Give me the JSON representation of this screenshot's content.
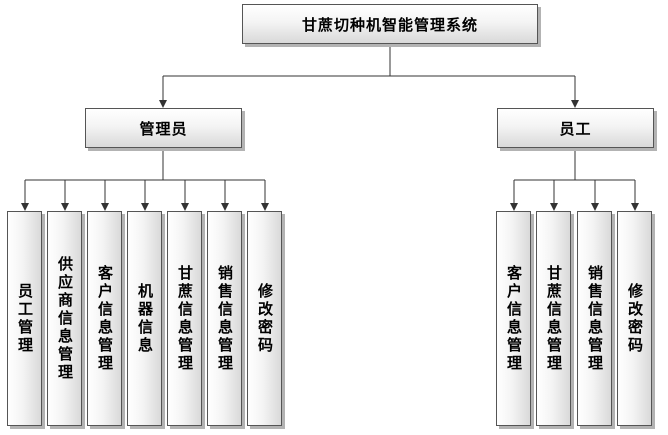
{
  "diagram": {
    "root": {
      "label": "甘蔗切种机智能管理系统"
    },
    "branches": [
      {
        "label": "管理员",
        "children": [
          "员工管理",
          "供应商信息管理",
          "客户信息管理",
          "机器信息",
          "甘蔗信息管理",
          "销售信息管理",
          "修改密码"
        ]
      },
      {
        "label": "员工",
        "children": [
          "客户信息管理",
          "甘蔗信息管理",
          "销售信息管理",
          "修改密码"
        ]
      }
    ]
  }
}
